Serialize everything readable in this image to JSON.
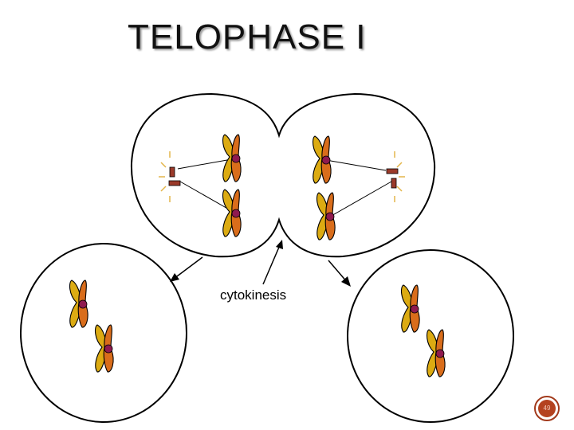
{
  "title": "TELOPHASE I",
  "cytokinesis_label": "cytokinesis",
  "slide_number": "49",
  "colors": {
    "arm_left": "#dcab12",
    "arm_right": "#d96d1b",
    "centromere": "#8f1a4f",
    "centriole": "#9b3a2a",
    "aster_ray": "#e3b54a",
    "outline": "#000000",
    "slide_badge": "#b4421f"
  }
}
